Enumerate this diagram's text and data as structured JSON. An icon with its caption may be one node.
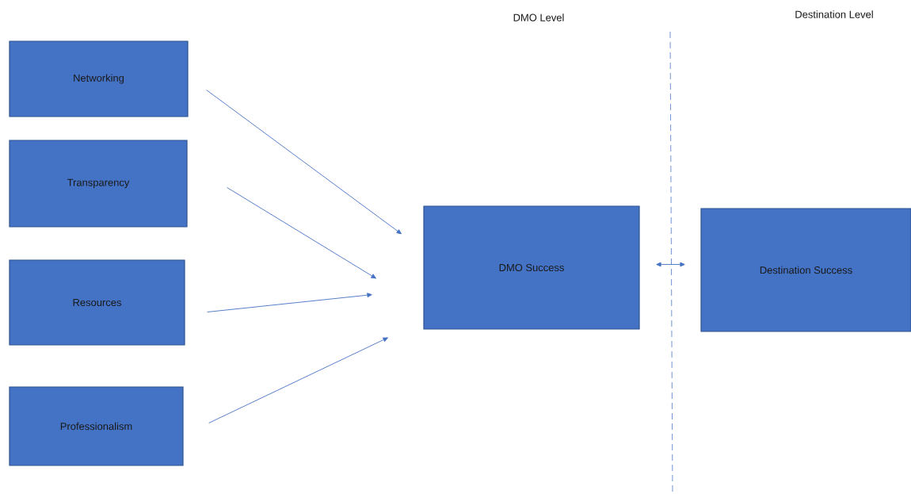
{
  "diagram": {
    "nodes": [
      {
        "text": [
          "Networking"
        ]
      },
      {
        "text": [
          "Transparency"
        ]
      },
      {
        "text": [
          "Resources"
        ]
      },
      {
        "text": [
          "Professionalism"
        ]
      },
      {
        "text": [
          "DMO Success"
        ]
      },
      {
        "text": [
          "Destination Success"
        ]
      }
    ],
    "edges": [
      {
        "from": 0,
        "to": 4,
        "arrow": "to"
      },
      {
        "from": 1,
        "to": 4,
        "arrow": "to"
      },
      {
        "from": 2,
        "to": 4,
        "arrow": "to"
      },
      {
        "from": 3,
        "to": 4,
        "arrow": "to"
      },
      {
        "from": 4,
        "to": 5,
        "arrow": "both"
      }
    ],
    "labels": [
      "DMO Level",
      "Destination Level"
    ]
  }
}
